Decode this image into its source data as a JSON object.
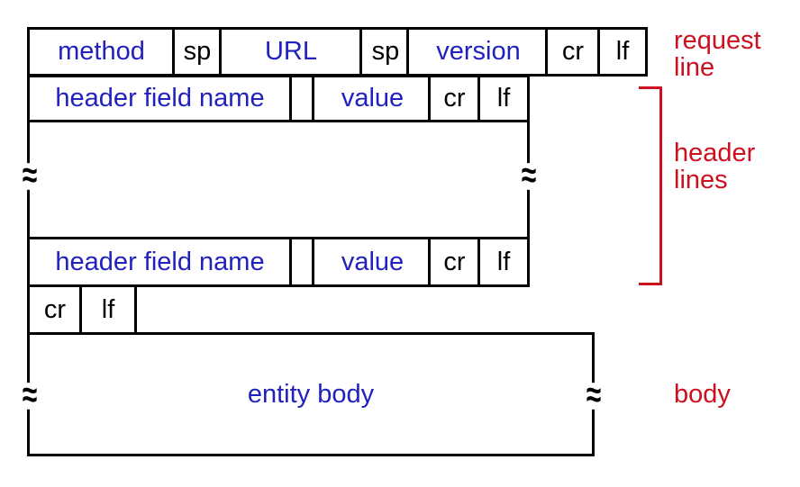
{
  "colors": {
    "label_blue": "#2121c0",
    "annotation_red": "#cc101e",
    "line_black": "#000000"
  },
  "request_line_row": {
    "method": "method",
    "sp1": "sp",
    "url": "URL",
    "sp2": "sp",
    "version": "version",
    "cr": "cr",
    "lf": "lf"
  },
  "header_line_top": {
    "name": "header field name",
    "value": "value",
    "cr": "cr",
    "lf": "lf"
  },
  "header_line_bottom": {
    "name": "header field name",
    "value": "value",
    "cr": "cr",
    "lf": "lf"
  },
  "blank_line": {
    "cr": "cr",
    "lf": "lf"
  },
  "body_box": {
    "label": "entity body"
  },
  "break_mark": "≈",
  "annotations": {
    "request_line": "request\nline",
    "header_lines": "header\nlines",
    "body": "body"
  }
}
